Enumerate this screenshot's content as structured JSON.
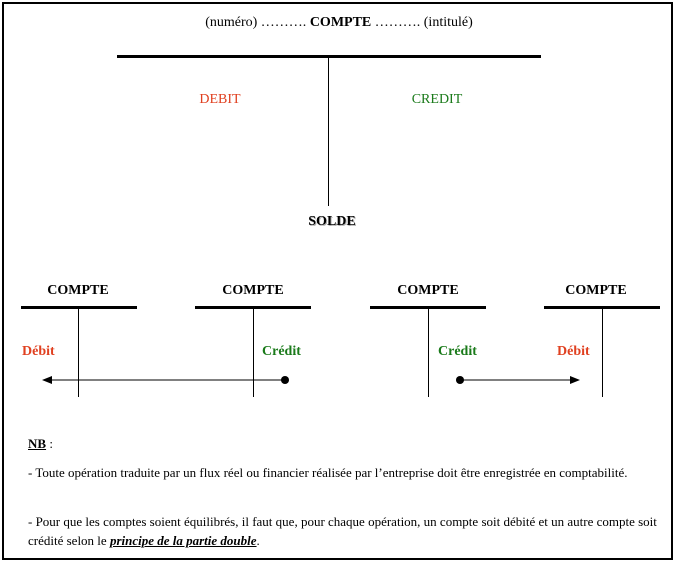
{
  "header": {
    "left": "(numéro) ……….",
    "title": "COMPTE",
    "right": "………. (intitulé)"
  },
  "main_account": {
    "debit_label": "DEBIT",
    "credit_label": "CREDIT",
    "solde_label": "SOLDE"
  },
  "small_accounts": [
    {
      "title": "COMPTE"
    },
    {
      "title": "COMPTE"
    },
    {
      "title": "COMPTE"
    },
    {
      "title": "COMPTE"
    }
  ],
  "flows": {
    "left_debit": "Débit",
    "left_credit": "Crédit",
    "right_credit": "Crédit",
    "right_debit": "Débit"
  },
  "notes": {
    "nb_label": "NB",
    "nb_colon": " :",
    "line1": "- Toute  opération  traduite  par un flux réel ou financier réalisée par l’entreprise doit être enregistrée en comptabilité.",
    "line2_prefix": "- Pour que les comptes soient  équilibrés, il faut que, pour chaque opération, un compte soit débité et un autre compte   soit crédité selon le ",
    "line2_emph": "principe de la partie double",
    "line2_suffix": "."
  },
  "colors": {
    "debit": "#e04020",
    "credit": "#1a7a1a"
  }
}
